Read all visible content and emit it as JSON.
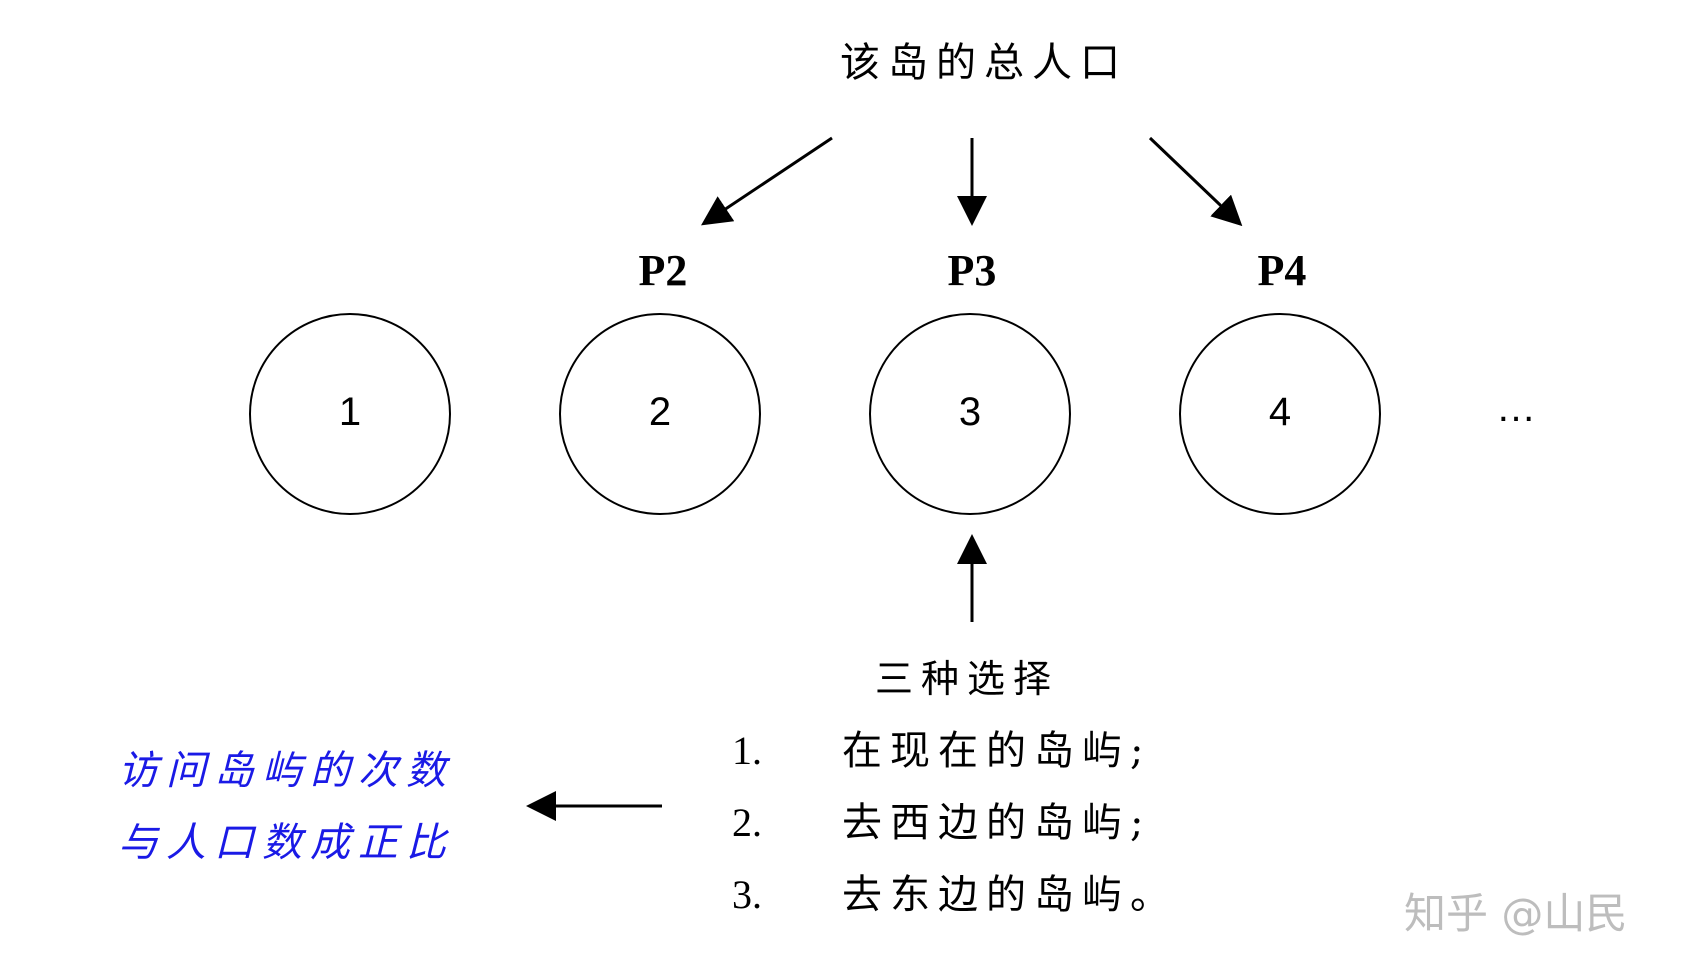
{
  "top_label": "该岛的总人口",
  "p_labels": [
    "P2",
    "P3",
    "P4"
  ],
  "nodes": [
    "1",
    "2",
    "3",
    "4"
  ],
  "ellipsis": "…",
  "choices": {
    "title": "三种选择",
    "items": [
      {
        "num": "1.",
        "text": "在现在的岛屿;"
      },
      {
        "num": "2.",
        "text": "去西边的岛屿;"
      },
      {
        "num": "3.",
        "text": "去东边的岛屿。"
      }
    ]
  },
  "note": {
    "line1": "访问岛屿的次数",
    "line2": "与人口数成正比",
    "color": "#1a1ae6"
  },
  "watermark": "知乎 @山民"
}
